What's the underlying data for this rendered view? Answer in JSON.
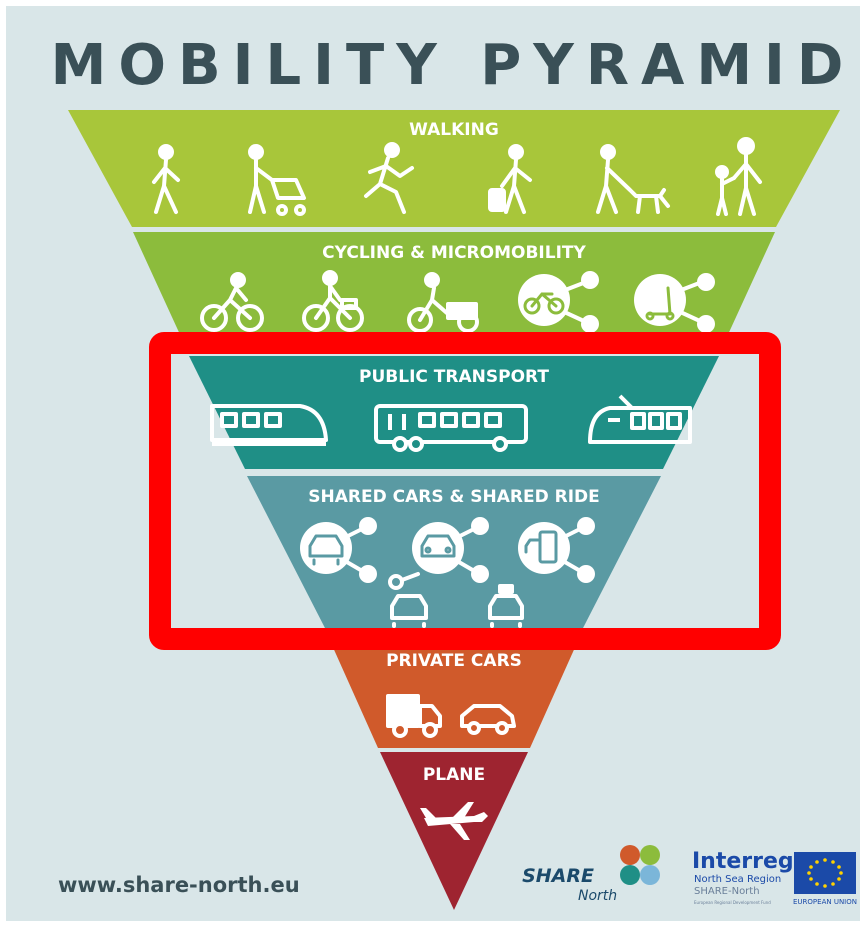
{
  "title": "MOBILITY PYRAMID",
  "colors": {
    "background": "#d9e6e8",
    "title": "#3a5057",
    "walking": "#a8c63a",
    "cycling": "#8cbc3c",
    "public_transport": "#1f8f86",
    "shared": "#5a9aa3",
    "private": "#d05a2b",
    "plane": "#9e2430",
    "highlight": "#ff0000",
    "icon_white": "#ffffff"
  },
  "levels": [
    {
      "id": "walking",
      "label": "WALKING",
      "icons": [
        "pedestrian-icon",
        "stroller-icon",
        "runner-icon",
        "suitcase-walker-icon",
        "dog-walker-icon",
        "adult-child-icon"
      ]
    },
    {
      "id": "cycling",
      "label": "CYCLING & MICROMOBILITY",
      "icons": [
        "cyclist-icon",
        "cyclist-basket-icon",
        "cargo-bike-icon",
        "shared-bike-icon",
        "shared-scooter-icon"
      ]
    },
    {
      "id": "public_transport",
      "label": "PUBLIC TRANSPORT",
      "icons": [
        "train-icon",
        "bus-icon",
        "tram-icon"
      ]
    },
    {
      "id": "shared",
      "label": "SHARED CARS & SHARED RIDE",
      "icons": [
        "shared-car-icon",
        "shared-car-front-icon",
        "ride-app-icon",
        "car-key-icon",
        "taxi-icon"
      ]
    },
    {
      "id": "private",
      "label": "PRIVATE CARS",
      "icons": [
        "truck-icon",
        "car-icon"
      ]
    },
    {
      "id": "plane",
      "label": "PLANE",
      "icons": [
        "plane-icon"
      ]
    }
  ],
  "footer": {
    "url": "www.share-north.eu",
    "share_logo_line1": "SHARE",
    "share_logo_line2": "North",
    "interreg_title": "Interreg",
    "interreg_line2": "North Sea Region",
    "interreg_line3": "SHARE-North",
    "interreg_fund": "European Regional Development Fund",
    "eu_label": "EUROPEAN UNION"
  }
}
